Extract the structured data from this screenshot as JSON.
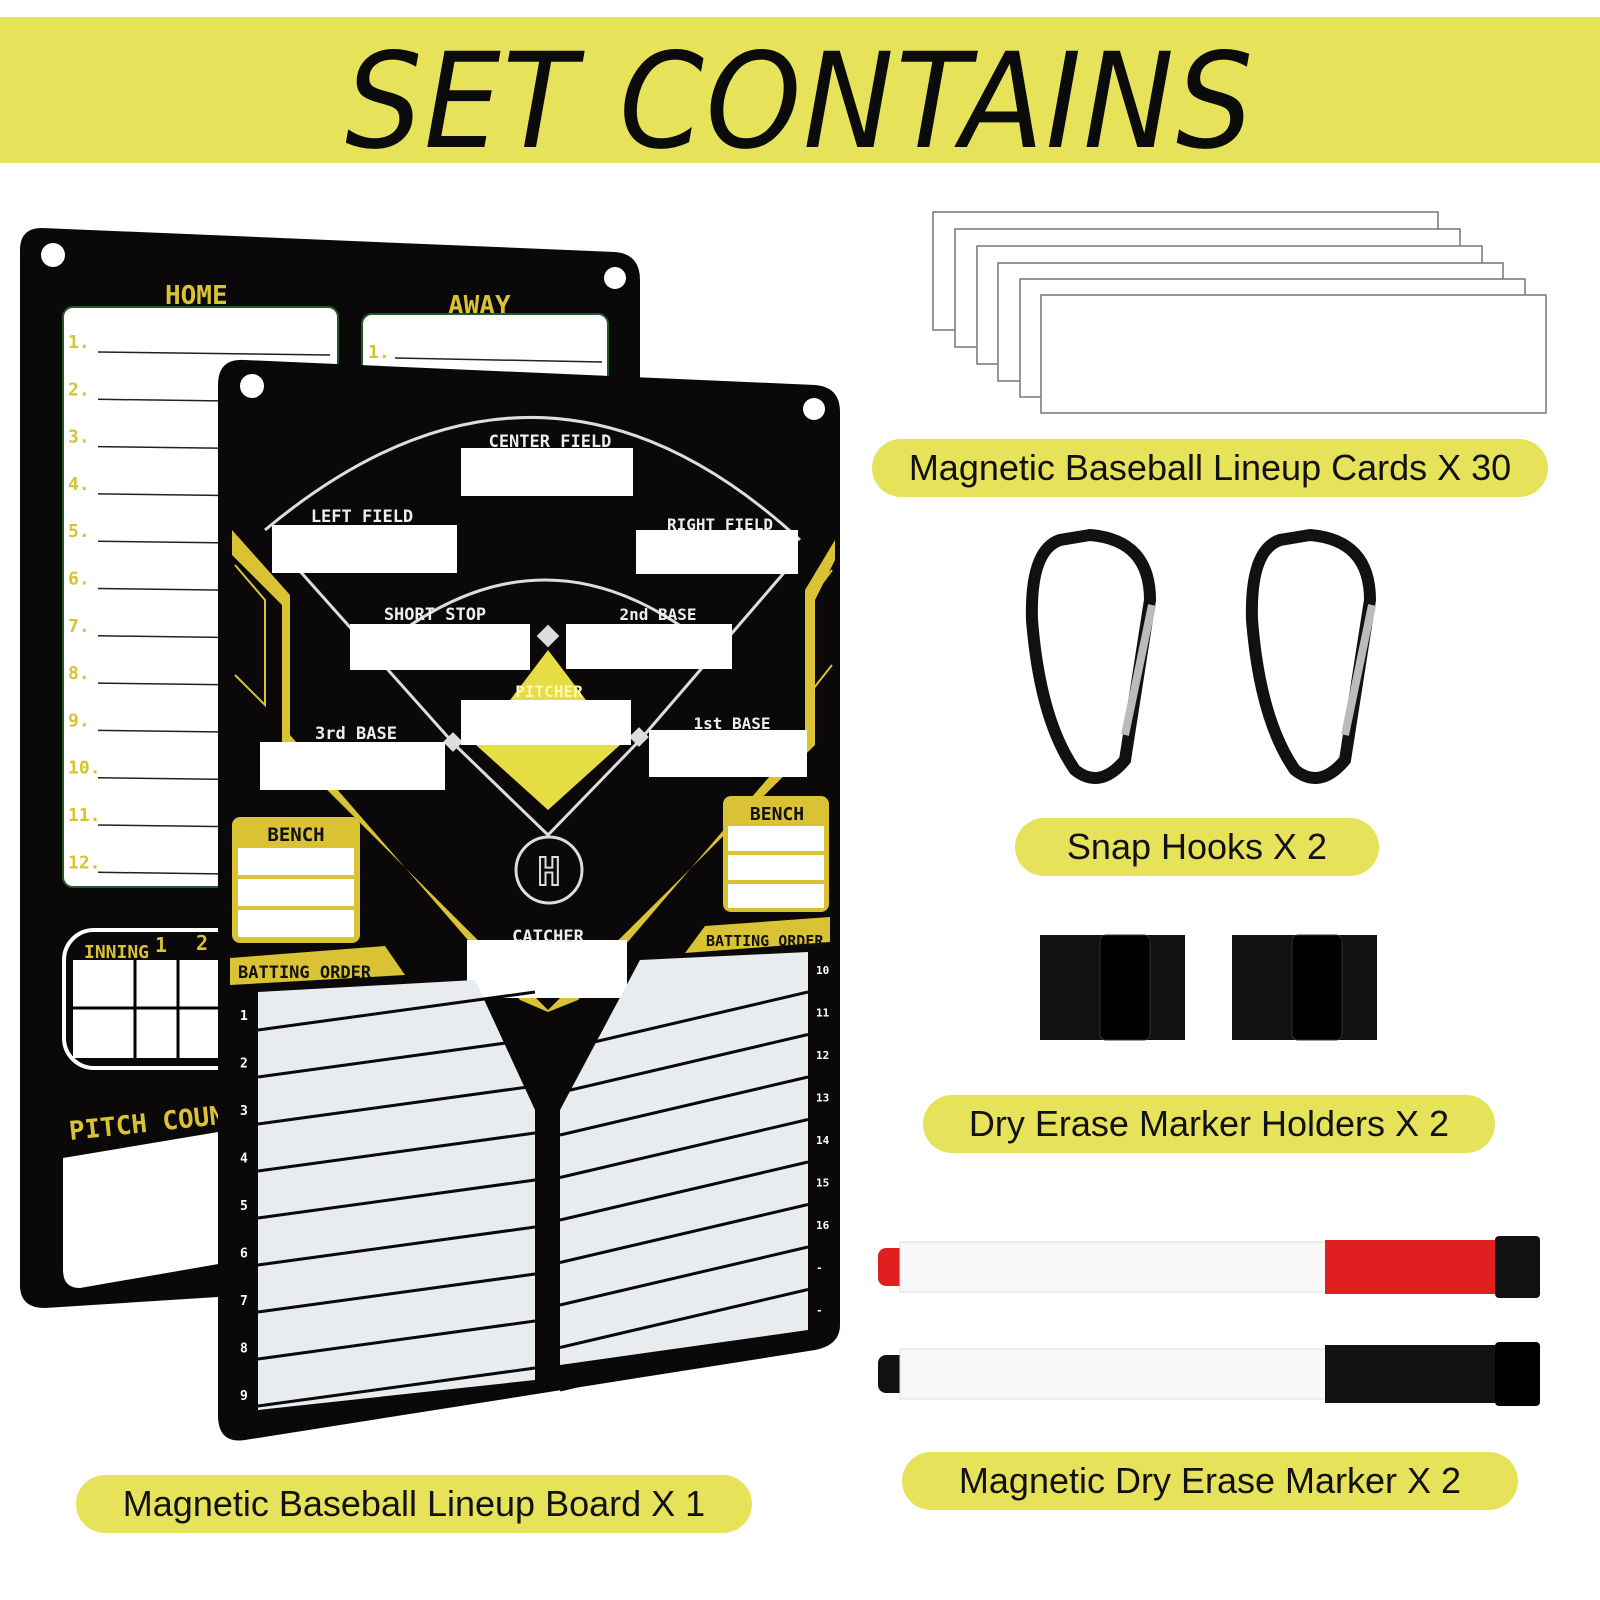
{
  "banner": {
    "title": "SET CONTAINS"
  },
  "back_board": {
    "home_label": "HOME",
    "away_label": "AWAY",
    "home_numbers": [
      "1.",
      "2.",
      "3.",
      "4.",
      "5.",
      "6.",
      "7.",
      "8.",
      "9.",
      "10.",
      "11.",
      "12."
    ],
    "away_numbers": [
      "1."
    ],
    "inning_label": "INNING",
    "inning_numbers": [
      "1",
      "2"
    ],
    "pitch_count_label": "PITCH COUN"
  },
  "front_board": {
    "center_field": "CENTER FIELD",
    "left_field": "LEFT FIELD",
    "right_field": "RIGHT FIELD",
    "short_stop": "SHORT STOP",
    "second_base": "2nd BASE",
    "pitcher": "PITCHER",
    "third_base": "3rd BASE",
    "first_base": "1st BASE",
    "catcher": "CATCHER",
    "bench_left": "BENCH",
    "bench_right": "BENCH",
    "batting_order_left": "BATTING ORDER",
    "batting_order_right": "BATTING ORDER",
    "left_numbers": [
      "1",
      "2",
      "3",
      "4",
      "5",
      "6",
      "7",
      "8",
      "9"
    ],
    "right_numbers": [
      "10",
      "11",
      "12",
      "13",
      "14",
      "15",
      "16",
      "-",
      "-"
    ]
  },
  "items": {
    "board": "Magnetic Baseball Lineup Board X 1",
    "cards": "Magnetic Baseball Lineup Cards X 30",
    "hooks": "Snap Hooks X 2",
    "holders": "Dry Erase Marker Holders X 2",
    "markers": "Magnetic Dry Erase Marker X 2"
  },
  "colors": {
    "accent": "#e6e35a",
    "board": "#0a0808",
    "gold": "#d9c234",
    "marker_red": "#e02020"
  }
}
